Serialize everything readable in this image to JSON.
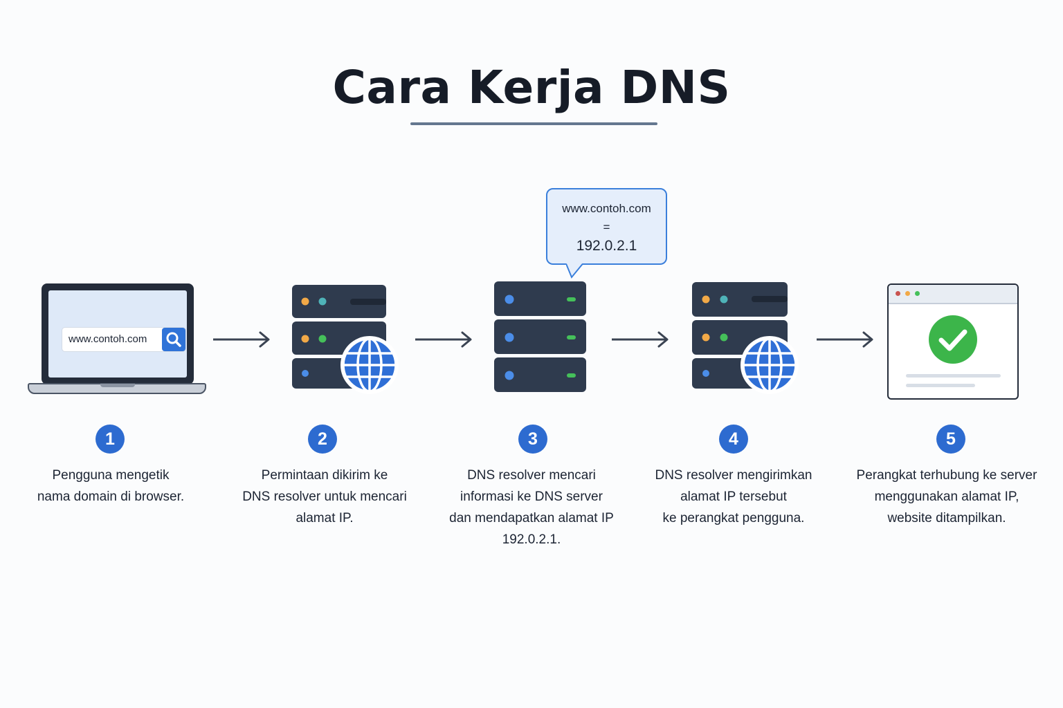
{
  "title": "Cara Kerja DNS",
  "laptop": {
    "search_text": "www.contoh.com"
  },
  "bubble": {
    "domain": "www.contoh.com",
    "equals": "=",
    "ip": "192.0.2.1"
  },
  "steps": [
    {
      "number": "1",
      "caption": [
        "Pengguna mengetik",
        "nama domain di browser."
      ]
    },
    {
      "number": "2",
      "caption": [
        "Permintaan dikirim ke",
        "DNS resolver untuk mencari",
        "alamat IP."
      ]
    },
    {
      "number": "3",
      "caption": [
        "DNS resolver mencari",
        "informasi ke DNS server",
        "dan mendapatkan alamat IP",
        "192.0.2.1."
      ]
    },
    {
      "number": "4",
      "caption": [
        "DNS resolver mengirimkan",
        "alamat IP tersebut",
        "ke perangkat pengguna."
      ]
    },
    {
      "number": "5",
      "caption": [
        "Perangkat terhubung ke server",
        "menggunakan alamat IP,",
        "website ditampilkan."
      ]
    }
  ],
  "colors": {
    "server_body": "#2f3b4e",
    "globe_blue": "#2f6fd6",
    "accent_blue": "#2d6bd0",
    "check_green": "#3cb54a",
    "led_orange": "#f2a947",
    "led_teal": "#4fb3b8",
    "led_green": "#45c05a",
    "led_blue": "#4b8de8"
  },
  "icons": [
    "laptop-icon",
    "search-icon",
    "arrow-right-icon",
    "dns-server-globe-icon",
    "dns-server-icon",
    "browser-window-icon",
    "check-circle-icon"
  ]
}
